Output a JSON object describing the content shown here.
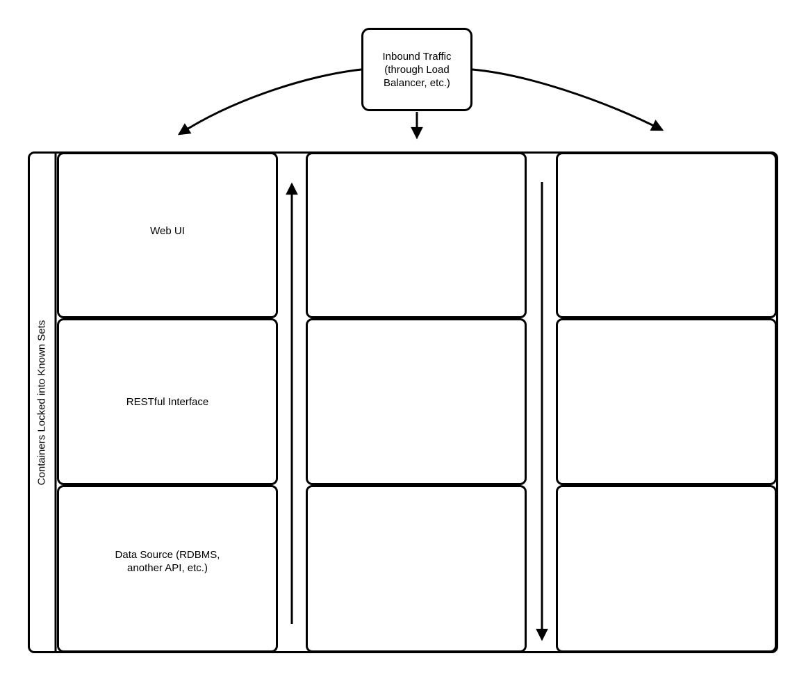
{
  "colors": {
    "stroke": "#000000",
    "fill": "#ffffff"
  },
  "inbound_box": {
    "label": "Inbound Traffic (through Load Balancer, etc.)",
    "lines": [
      "Inbound Traffic",
      "(through Load",
      "Balancer, etc.)"
    ]
  },
  "container_group": {
    "side_label": "Containers Locked into Known Sets"
  },
  "columns": [
    {
      "boxes": [
        {
          "lines": [
            "Web UI"
          ]
        },
        {
          "lines": [
            "RESTful Interface"
          ]
        },
        {
          "lines": [
            "Data Source (RDBMS,",
            "another API, etc.)"
          ]
        }
      ]
    },
    {
      "boxes": [
        {
          "lines": []
        },
        {
          "lines": []
        },
        {
          "lines": []
        }
      ]
    },
    {
      "boxes": [
        {
          "lines": []
        },
        {
          "lines": []
        },
        {
          "lines": []
        }
      ]
    }
  ]
}
